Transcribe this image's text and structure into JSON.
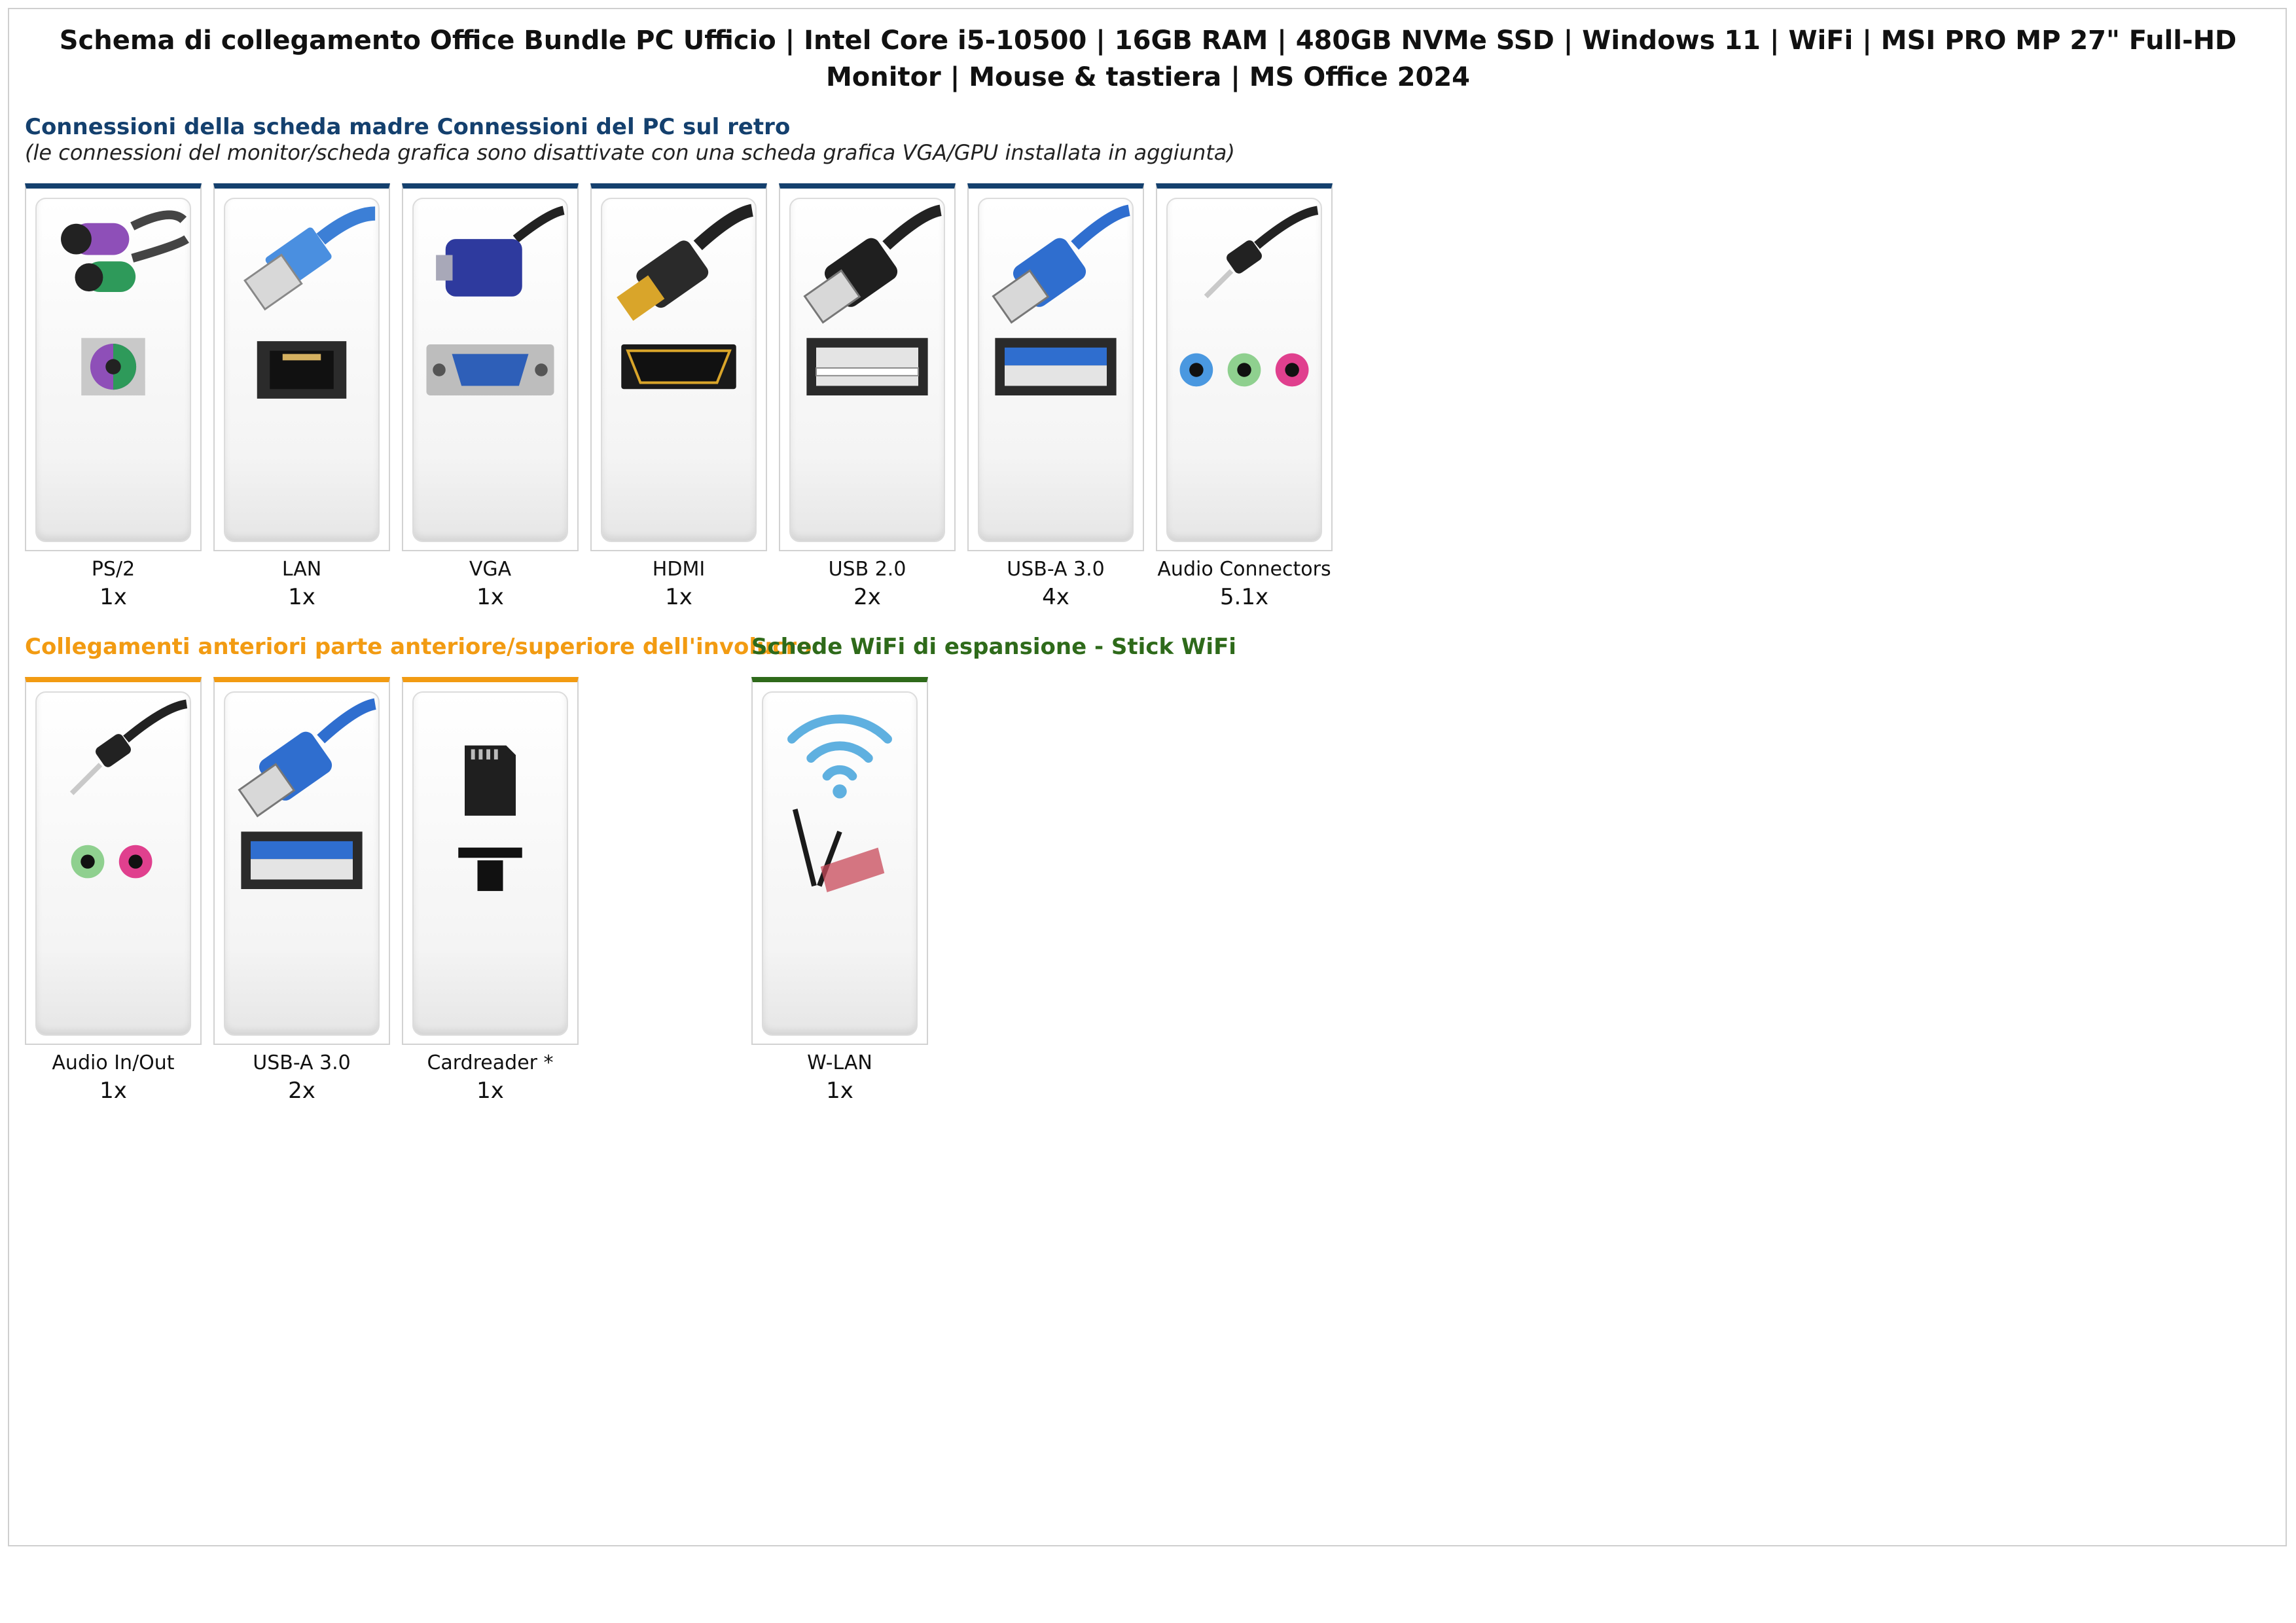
{
  "title": "Schema di collegamento Office Bundle PC Ufficio | Intel Core i5-10500 | 16GB RAM | 480GB NVMe SSD | Windows 11 | WiFi | MSI PRO MP 27\" Full-HD Monitor | Mouse & tastiera | MS Office 2024",
  "colors": {
    "rear": "#14406e",
    "front": "#f29b12",
    "wifi": "#2e6a1a"
  },
  "rear": {
    "heading": "Connessioni della scheda madre Connessioni del PC sul retro",
    "note": "(le connessioni del monitor/scheda grafica sono disattivate con una scheda grafica VGA/GPU installata in aggiunta)",
    "items": [
      {
        "label": "PS/2",
        "qty": "1x",
        "icon": "ps2-icon"
      },
      {
        "label": "LAN",
        "qty": "1x",
        "icon": "lan-icon"
      },
      {
        "label": "VGA",
        "qty": "1x",
        "icon": "vga-icon"
      },
      {
        "label": "HDMI",
        "qty": "1x",
        "icon": "hdmi-icon"
      },
      {
        "label": "USB 2.0",
        "qty": "2x",
        "icon": "usb2-icon"
      },
      {
        "label": "USB-A 3.0",
        "qty": "4x",
        "icon": "usb3-icon"
      },
      {
        "label": "Audio Connectors",
        "qty": "5.1x",
        "icon": "audio-jacks-icon"
      }
    ]
  },
  "front": {
    "heading": "Collegamenti anteriori parte anteriore/superiore dell'involucro",
    "items": [
      {
        "label": "Audio In/Out",
        "qty": "1x",
        "icon": "audio-in-out-icon"
      },
      {
        "label": "USB-A 3.0",
        "qty": "2x",
        "icon": "usb3-icon"
      },
      {
        "label": "Cardreader *",
        "qty": "1x",
        "icon": "sd-card-icon"
      }
    ]
  },
  "wifi": {
    "heading": "Schede WiFi di espansione - Stick WiFi",
    "items": [
      {
        "label": "W-LAN",
        "qty": "1x",
        "icon": "wifi-icon"
      }
    ]
  }
}
